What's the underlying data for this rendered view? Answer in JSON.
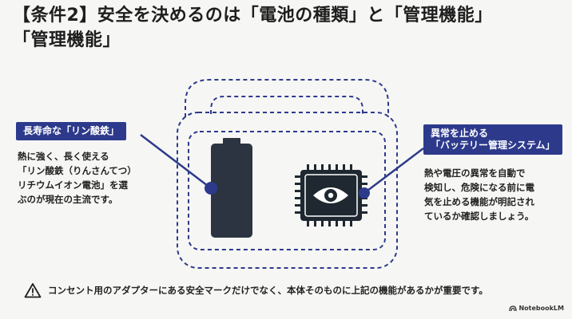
{
  "title": {
    "line1": "【条件2】安全を決めるのは「電池の種類」と「管理機能」",
    "line2": "「管理機能」"
  },
  "left_callout": {
    "label": "長寿命な「リン酸鉄」",
    "lines": [
      "熱に強く、長く使える",
      "「リン酸鉄（りんさんてつ）",
      "リチウムイオン電池」を選",
      "ぶのが現在の主流です。"
    ]
  },
  "right_callout": {
    "label_lines": [
      "異常を止める",
      "「バッテリー管理システム」"
    ],
    "lines": [
      "熱や電圧の異常を自動で",
      "検知し、危険になる前に電",
      "気を止める機能が明記され",
      "ているか確認しましょう。"
    ]
  },
  "warning": {
    "icon": "warning-triangle-icon",
    "text": "コンセント用のアダプターにある安全マークだけでなく、本体そのものに上記の機能があるかが重要です。"
  },
  "brand": {
    "text": "NotebookLM",
    "icon": "notebooklm-logo-icon"
  },
  "colors": {
    "accent": "#2d3a8c",
    "battery": "#2b3440",
    "chip": "#1f2830",
    "background": "#f6f6f4"
  },
  "icons": {
    "battery": "battery-icon",
    "chip": "chip-icon",
    "eye": "eye-icon"
  }
}
